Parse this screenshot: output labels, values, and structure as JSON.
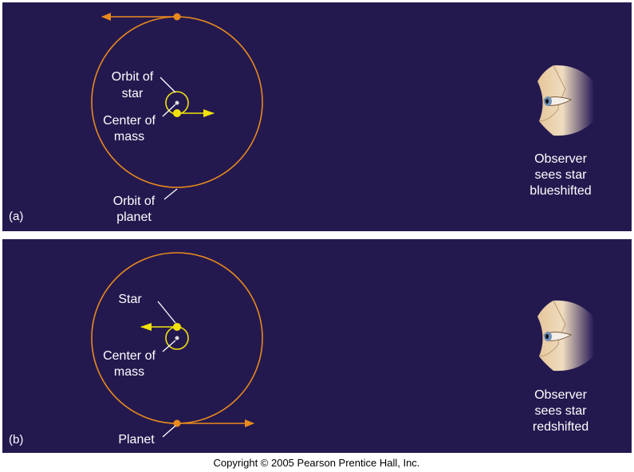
{
  "colors": {
    "background": "#24194f",
    "orbit": "#e98a1c",
    "star": "#f2e20c",
    "planet": "#e98a1c"
  },
  "panel_a": {
    "label": "(a)",
    "orbit_of_star": [
      "Orbit of",
      "star"
    ],
    "center_of_mass": [
      "Center of",
      "mass"
    ],
    "orbit_of_planet": [
      "Orbit of",
      "planet"
    ],
    "observer": [
      "Observer",
      "sees star",
      "blueshifted"
    ]
  },
  "panel_b": {
    "label": "(b)",
    "star": "Star",
    "center_of_mass": [
      "Center of",
      "mass"
    ],
    "planet": "Planet",
    "observer": [
      "Observer",
      "sees star",
      "redshifted"
    ]
  },
  "copyright": "Copyright © 2005 Pearson Prentice Hall, Inc."
}
